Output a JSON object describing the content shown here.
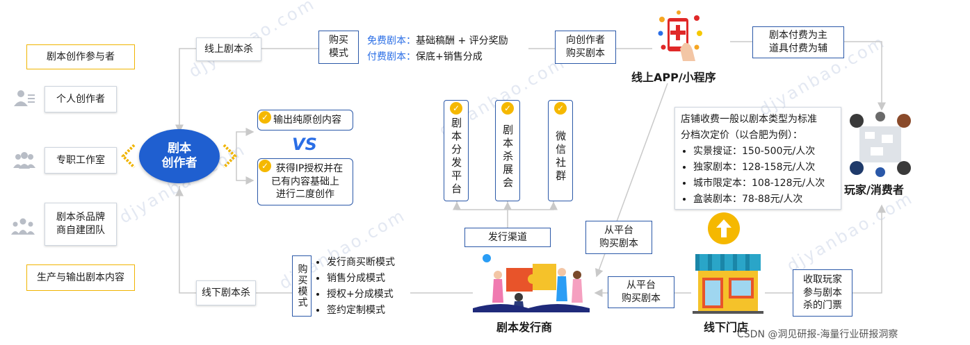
{
  "left": {
    "participants_header": "剧本创作参与者",
    "individual": "个人创作者",
    "studio": "专职工作室",
    "brand_team": [
      "剧本杀品牌",
      "商自建团队"
    ],
    "output_footer": "生产与输出剧本内容"
  },
  "center": {
    "creator": [
      "剧本",
      "创作者"
    ],
    "online": "线上剧本杀",
    "offline": "线下剧本杀",
    "original": "输出纯原创内容",
    "vs": "VS",
    "licensed": [
      "获得IP授权并在",
      "已有内容基础上",
      "进行二度创作"
    ]
  },
  "online_purchase": {
    "title": [
      "购买",
      "模式"
    ],
    "free_label": "免费剧本：",
    "free_value": "基础稿酬 + 评分奖励",
    "paid_label": "付费剧本：",
    "paid_value": "保底+销售分成",
    "buy_from_creator": [
      "向创作者",
      "购买剧本"
    ]
  },
  "app": {
    "label": "线上APP/小程序",
    "pay_model": [
      "剧本付费为主",
      "道具付费为辅"
    ]
  },
  "player": {
    "label": "玩家/消费者"
  },
  "store_fees": {
    "intro": [
      "店铺收费一般以剧本类型为标准",
      "分档次定价（以合肥为例）："
    ],
    "items": [
      "实景搜证：150-500元/人次",
      "独家剧本：128-158元/人次",
      "城市限定本：108-128元/人次",
      "盒装剧本：78-88元/人次"
    ]
  },
  "channels": {
    "items": [
      "剧本分发平台",
      "剧本杀展会",
      "微信社群"
    ],
    "title": "发行渠道"
  },
  "publisher": {
    "label": "剧本发行商",
    "buy_from_platform_1": [
      "从平台",
      "购买剧本"
    ],
    "buy_from_platform_2": [
      "从平台",
      "购买剧本"
    ]
  },
  "offline_purchase": {
    "title": "购买模式",
    "items": [
      "发行商买断模式",
      "销售分成模式",
      "授权+分成模式",
      "签约定制模式"
    ]
  },
  "store": {
    "label": "线下门店",
    "tickets": [
      "收取玩家",
      "参与剧本",
      "杀的门票"
    ]
  },
  "watermark": "djyanbao.com",
  "credit": "CSDN @洞见研报-海量行业研报洞察",
  "colors": {
    "accent_blue": "#2a58a8",
    "creator_blue": "#1f5fd0",
    "gold": "#f0b400",
    "arrow_gray": "#c9c9c9"
  }
}
